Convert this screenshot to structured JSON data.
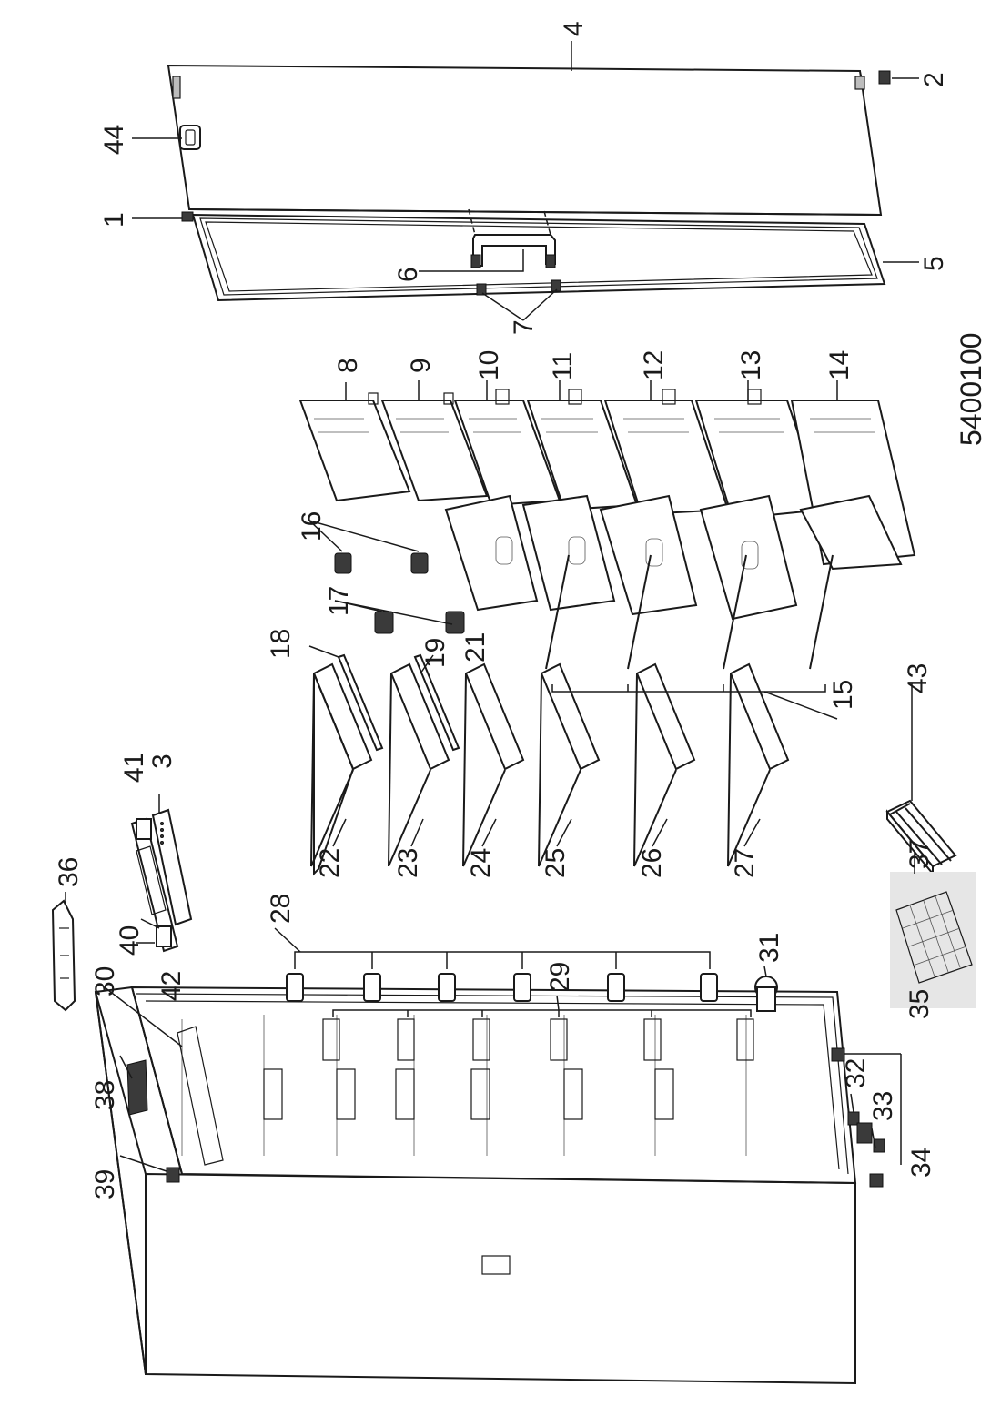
{
  "drawing": {
    "code": "5400100",
    "labels": {
      "1": "1",
      "2": "2",
      "3": "3",
      "4": "4",
      "5": "5",
      "6": "6",
      "7": "7",
      "8": "8",
      "9": "9",
      "10": "10",
      "11": "11",
      "12": "12",
      "13": "13",
      "14": "14",
      "15": "15",
      "16": "16",
      "17": "17",
      "18": "18",
      "19": "19",
      "21": "21",
      "22": "22",
      "23": "23",
      "24": "24",
      "25": "25",
      "26": "26",
      "27": "27",
      "28": "28",
      "29": "29",
      "30": "30",
      "31": "31",
      "32": "32",
      "33": "33",
      "34": "34",
      "35": "35",
      "36": "36",
      "37": "37",
      "38": "38",
      "39": "39",
      "40": "40",
      "41": "41",
      "42": "42",
      "43": "43",
      "44": "44"
    }
  }
}
